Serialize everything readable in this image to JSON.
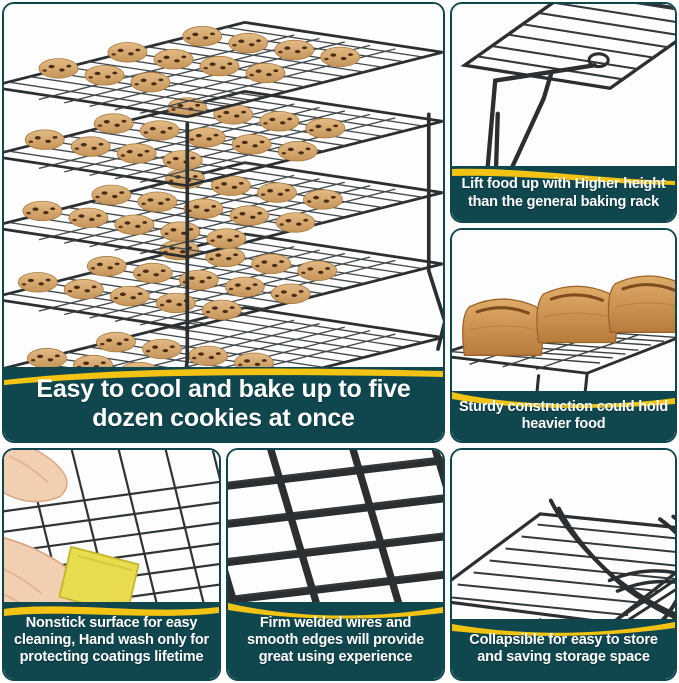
{
  "layout": {
    "kind": "product-infographic-collage",
    "panel_count": 6,
    "colors": {
      "background": "#ffffff",
      "caption_teal": "#10474f",
      "accent_yellow": "#f2c313",
      "caption_text": "#ffffff",
      "wire_dark": "#2b2b2b",
      "cookie": "#d8a86a",
      "chocolate_chip": "#4a2c14",
      "bread_crust": "#c98b45",
      "sponge_yellow": "#e8d94a",
      "skin": "#f2cdb0"
    }
  },
  "panels": [
    {
      "id": "hero",
      "name": "five-tier-cooling-rack-with-cookies",
      "caption": "Easy to cool and bake up to five dozen cookies at once",
      "subject": "stacked-cooling-racks",
      "tiers": 5,
      "cookie_type": "chocolate-chip-cookies"
    },
    {
      "id": "height",
      "name": "higher-height-detail",
      "caption": "Lift food up with Higher height than the general baking rack",
      "subject": "rack-leg-closeup"
    },
    {
      "id": "sturdy",
      "name": "sturdy-construction-with-bread",
      "caption": "Sturdy construction could hold heavier food",
      "subject": "three-bread-loaves-on-rack",
      "loaf_count": 3
    },
    {
      "id": "clean",
      "name": "nonstick-surface-cleaning",
      "caption": "Nonstick surface for easy cleaning, Hand wash only for protecting coatings lifetime",
      "subject": "hand-with-sponge-cleaning-rack"
    },
    {
      "id": "weld",
      "name": "welded-wire-detail",
      "caption": "Firm welded wires and smooth edges will provide great using experience",
      "subject": "wire-grid-closeup"
    },
    {
      "id": "fold",
      "name": "collapsible-storage",
      "caption": "Collapsible for easy to store and saving storage space",
      "subject": "flat-stacked-racks"
    }
  ]
}
